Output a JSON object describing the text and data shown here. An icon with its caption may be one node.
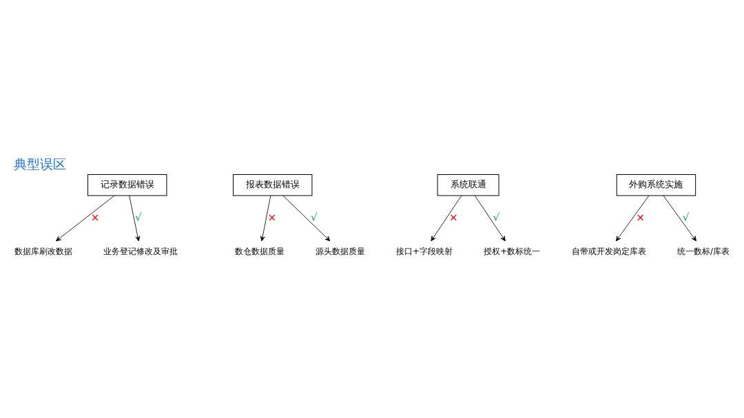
{
  "diagram": {
    "title": "典型误区",
    "nodes": [
      {
        "text": [
          "记录数据错误"
        ]
      },
      {
        "text": [
          "数据库刷改数据"
        ]
      },
      {
        "text": [
          "业务登记修改及审批"
        ]
      },
      {
        "text": [
          "报表数据错误"
        ]
      },
      {
        "text": [
          "数仓数据质量"
        ]
      },
      {
        "text": [
          "源头数据质量"
        ]
      },
      {
        "text": [
          "系统联通"
        ]
      },
      {
        "text": [
          "接口+字段映射"
        ]
      },
      {
        "text": [
          "授权+数标统一"
        ]
      },
      {
        "text": [
          "外购系统实施"
        ]
      },
      {
        "text": [
          "自带或开发岗定库表"
        ]
      },
      {
        "text": [
          "统一数标/库表"
        ]
      }
    ],
    "edges": [
      {
        "from": 0,
        "to": 1,
        "arrow": "to",
        "label": "×"
      },
      {
        "from": 0,
        "to": 2,
        "arrow": "to",
        "label": "√"
      },
      {
        "from": 3,
        "to": 4,
        "arrow": "to",
        "label": "×"
      },
      {
        "from": 3,
        "to": 5,
        "arrow": "to",
        "label": "√"
      },
      {
        "from": 6,
        "to": 7,
        "arrow": "to",
        "label": "×"
      },
      {
        "from": 6,
        "to": 8,
        "arrow": "to",
        "label": "√"
      },
      {
        "from": 9,
        "to": 10,
        "arrow": "to",
        "label": "×"
      },
      {
        "from": 9,
        "to": 11,
        "arrow": "to",
        "label": "√"
      }
    ]
  }
}
